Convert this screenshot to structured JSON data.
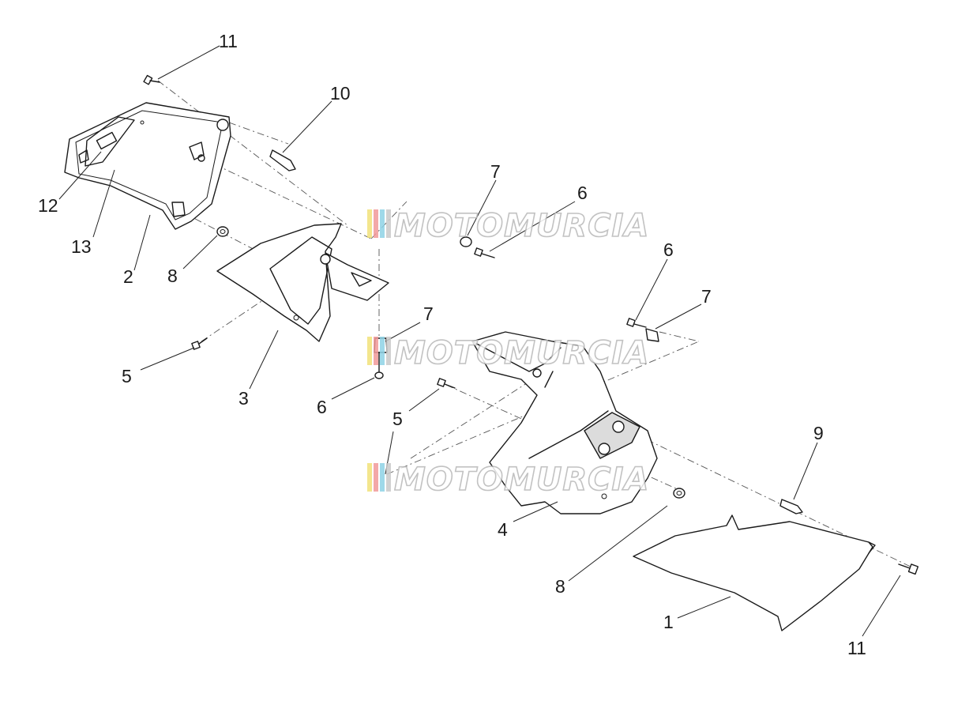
{
  "watermark": {
    "text": "MOTOMURCIA",
    "colors": [
      "#f2e27a",
      "#f19a9a",
      "#8fd3e6",
      "#c9c9c9"
    ]
  },
  "callouts": [
    {
      "id": "c11a",
      "label": "11"
    },
    {
      "id": "c10",
      "label": "10"
    },
    {
      "id": "c12",
      "label": "12"
    },
    {
      "id": "c13",
      "label": "13"
    },
    {
      "id": "c2",
      "label": "2"
    },
    {
      "id": "c8a",
      "label": "8"
    },
    {
      "id": "c7a",
      "label": "7"
    },
    {
      "id": "c6a",
      "label": "6"
    },
    {
      "id": "c6b",
      "label": "6"
    },
    {
      "id": "c7b",
      "label": "7"
    },
    {
      "id": "c7c",
      "label": "7"
    },
    {
      "id": "c5a",
      "label": "5"
    },
    {
      "id": "c3",
      "label": "3"
    },
    {
      "id": "c6c",
      "label": "6"
    },
    {
      "id": "c5b",
      "label": "5"
    },
    {
      "id": "c9",
      "label": "9"
    },
    {
      "id": "c4",
      "label": "4"
    },
    {
      "id": "c8b",
      "label": "8"
    },
    {
      "id": "c1",
      "label": "1"
    },
    {
      "id": "c11b",
      "label": "11"
    }
  ]
}
